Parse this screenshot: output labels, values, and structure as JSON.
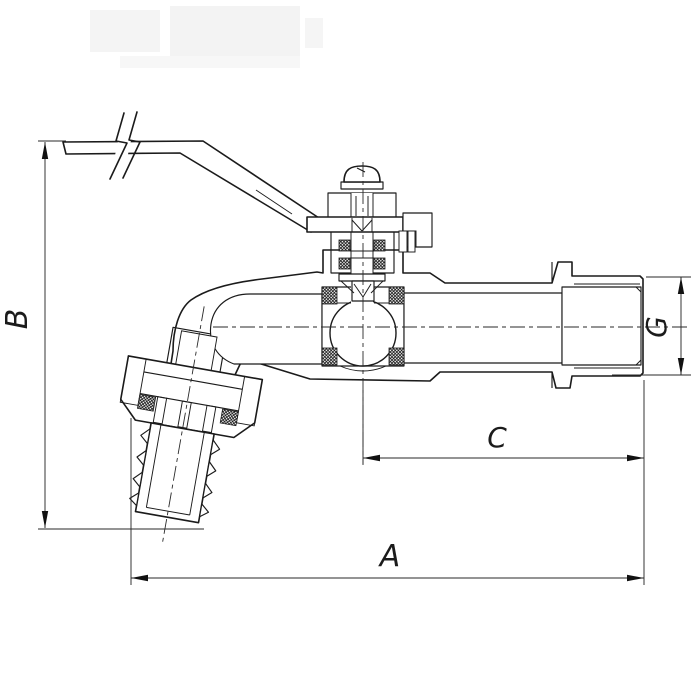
{
  "drawing": {
    "background_color": "#ffffff",
    "line_color": "#1b1b1b",
    "dimensions": {
      "a": {
        "label": "A"
      },
      "b": {
        "label": "B"
      },
      "c": {
        "label": "C"
      },
      "g": {
        "label": "G"
      }
    }
  }
}
